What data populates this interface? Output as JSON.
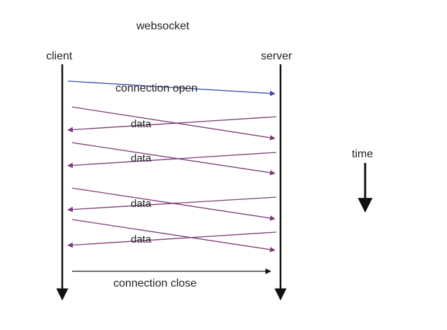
{
  "title": "websocket",
  "client_label": "client",
  "server_label": "server",
  "time_label": "time",
  "connection_open_label": "connection open",
  "connection_close_label": "connection close",
  "data_labels": [
    "data",
    "data",
    "data",
    "data"
  ],
  "colors": {
    "lifeline": "#111111",
    "open_arrow": "#3b4aa8",
    "data_arrow": "#7a3a78",
    "close_arrow": "#111111",
    "text": "#222222"
  }
}
